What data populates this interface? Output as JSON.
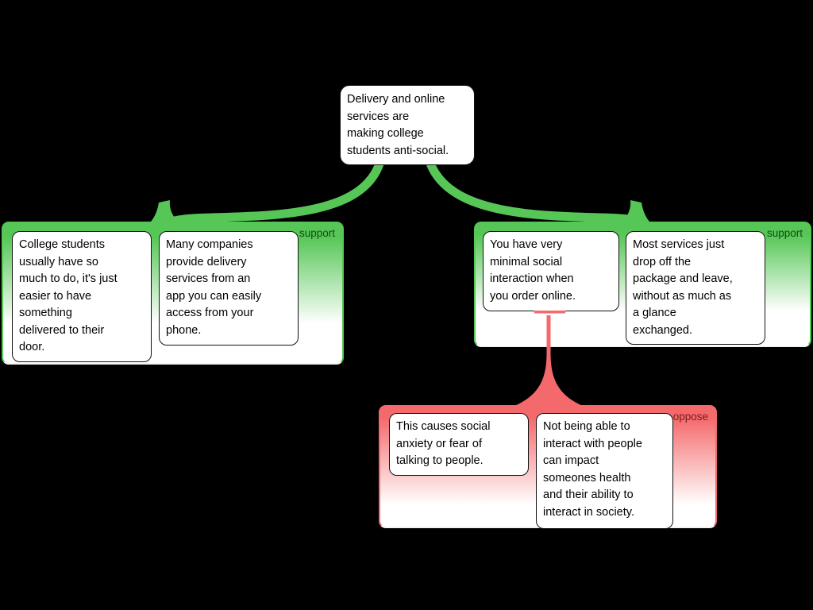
{
  "colors": {
    "canvas_background": "#000000",
    "support_accent": "#56c756",
    "support_label_text": "#17491a",
    "oppose_accent": "#f4696b",
    "oppose_label_text": "#7a1d1d",
    "node_background": "#ffffff",
    "node_border": "#111111",
    "node_text": "#000000"
  },
  "root": {
    "text": "Delivery and online\nservices are\nmaking college\nstudents anti-social."
  },
  "groups": [
    {
      "label": "support",
      "relation": "support",
      "nodes": [
        {
          "text": "College students\nusually have so\nmuch to do, it's just\neasier to have\nsomething\ndelivered to their\ndoor."
        },
        {
          "text": "Many companies\nprovide delivery\nservices from an\napp you can easily\naccess from your\nphone."
        }
      ]
    },
    {
      "label": "support",
      "relation": "support",
      "nodes": [
        {
          "text": "You have very\nminimal social\ninteraction when\nyou order online."
        },
        {
          "text": "Most services just\ndrop off the\npackage and leave,\nwithout as much as\na glance\nexchanged."
        }
      ]
    },
    {
      "label": "oppose",
      "relation": "oppose",
      "nodes": [
        {
          "text": "This causes social\nanxiety or fear of\ntalking to people."
        },
        {
          "text": "Not being able to\ninteract with people\ncan impact\nsomeones health\nand their ability to\ninteract in society."
        }
      ]
    }
  ],
  "connectors": [
    {
      "from": "root-claim",
      "to": "support-group-left",
      "relation": "support",
      "color": "#56c756"
    },
    {
      "from": "root-claim",
      "to": "support-group-right",
      "relation": "support",
      "color": "#56c756"
    },
    {
      "from": "node-minimal-social-interaction",
      "to": "oppose-group",
      "relation": "oppose",
      "color": "#f4696b"
    }
  ]
}
